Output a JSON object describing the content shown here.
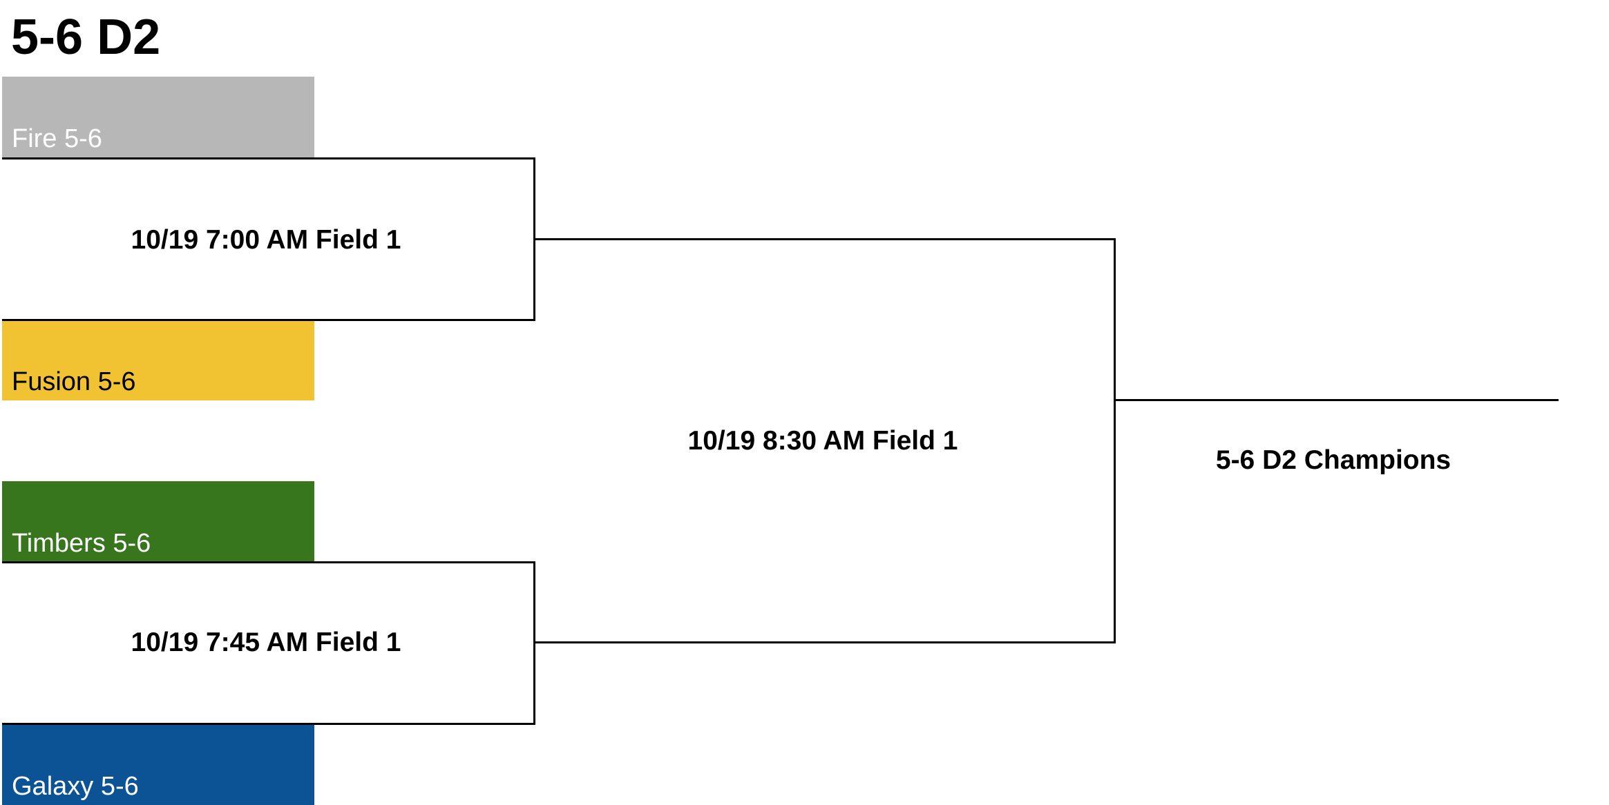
{
  "title": "5-6 D2",
  "teams": [
    {
      "name": "Fire 5-6",
      "bg": "#b7b7b7",
      "fg": "#ffffff"
    },
    {
      "name": "Fusion 5-6",
      "bg": "#f1c232",
      "fg": "#000000"
    },
    {
      "name": "Timbers 5-6",
      "bg": "#38761d",
      "fg": "#ffffff"
    },
    {
      "name": "Galaxy 5-6",
      "bg": "#0b5394",
      "fg": "#ffffff"
    }
  ],
  "games": [
    {
      "label": "10/19 7:00 AM Field 1"
    },
    {
      "label": "10/19 7:45 AM Field 1"
    },
    {
      "label": "10/19 8:30 AM Field 1"
    }
  ],
  "champion_label": "5-6 D2 Champions"
}
